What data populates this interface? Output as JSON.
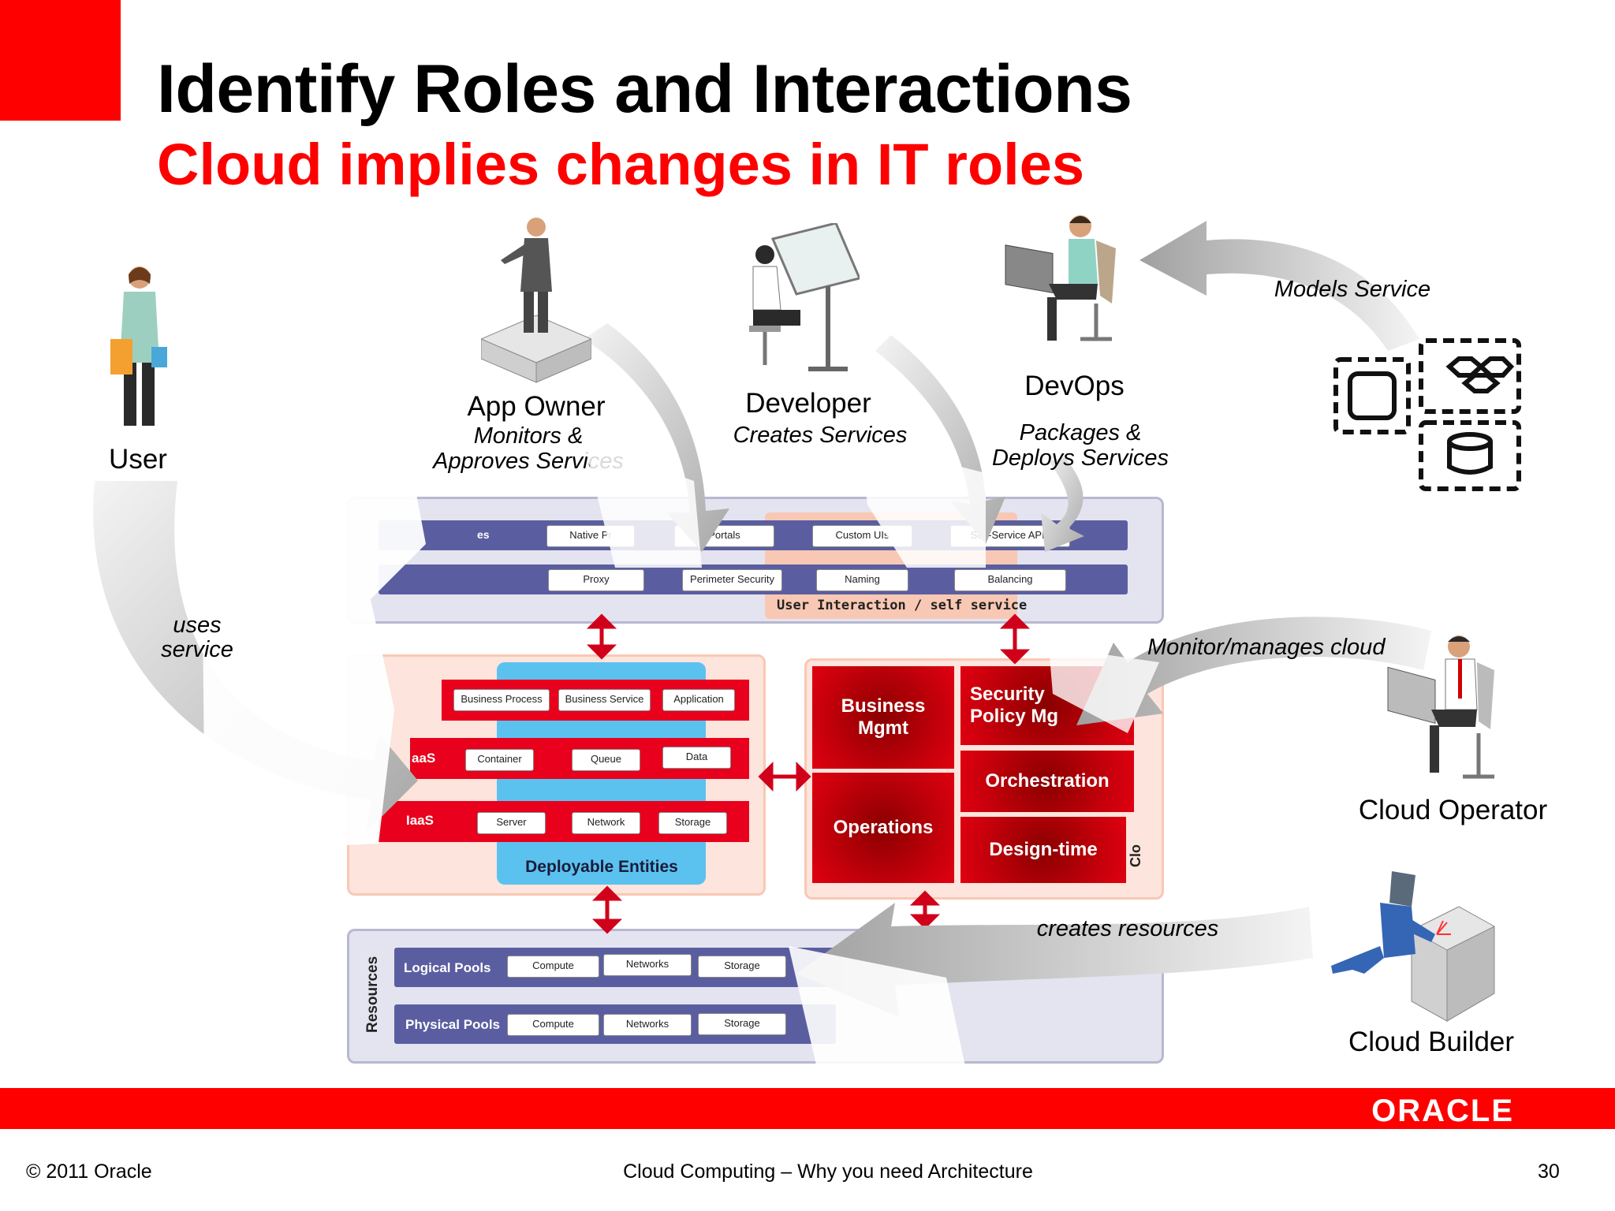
{
  "slide": {
    "title": "Identify Roles and Interactions",
    "subtitle": "Cloud implies changes in IT roles"
  },
  "roles": {
    "user": {
      "name": "User"
    },
    "app_owner": {
      "name": "App Owner",
      "desc_line1": "Monitors &",
      "desc_line2": "Approves Services"
    },
    "developer": {
      "name": "Developer",
      "desc": "Creates Services"
    },
    "devops": {
      "name": "DevOps",
      "desc_line1": "Packages &",
      "desc_line2": "Deploys Services"
    },
    "cloud_operator": {
      "name": "Cloud Operator"
    },
    "cloud_builder": {
      "name": "Cloud Builder"
    }
  },
  "arrows": {
    "uses_service_line1": "uses",
    "uses_service_line2": "service",
    "models_service": "Models Service",
    "monitor_manages": "Monitor/manages cloud",
    "creates_resources": "creates resources"
  },
  "diagram": {
    "top_row1": [
      "Native Pr",
      "Portals",
      "Custom UIs",
      "Self-Service APIs"
    ],
    "top_row1_partial_label": "es",
    "top_row2": [
      "Proxy",
      "Perimeter Security",
      "Naming",
      "Balancing"
    ],
    "user_interaction": "User Interaction / self service",
    "row_saas": [
      "Business Process",
      "Business Service",
      "Application"
    ],
    "paas_label": "aaS",
    "row_paas": [
      "Container",
      "Queue",
      "Data"
    ],
    "iaas_label": "IaaS",
    "row_iaas": [
      "Server",
      "Network",
      "Storage"
    ],
    "deployable_entities": "Deployable Entities",
    "business_mgmt_line1": "Business",
    "business_mgmt_line2": "Mgmt",
    "security_line1": "Security",
    "security_line2": "Policy Mg",
    "operations": "Operations",
    "orchestration": "Orchestration",
    "design_time": "Design-time",
    "cloud_partial": "Clo",
    "resources": "Resources",
    "logical_pools": "Logical Pools",
    "logical_items": [
      "Compute",
      "Networks",
      "Storage"
    ],
    "physical_pools": "Physical Pools",
    "physical_items": [
      "Compute",
      "Networks",
      "Storage"
    ]
  },
  "footer": {
    "copyright": "© 2011 Oracle",
    "center": "Cloud Computing – Why you need Architecture",
    "page": "30",
    "logo": "ORACLE"
  },
  "colors": {
    "brand_red": "#ff0000",
    "panel_blue": "#5a5ea0",
    "deploy_blue": "#5bc2f0"
  }
}
